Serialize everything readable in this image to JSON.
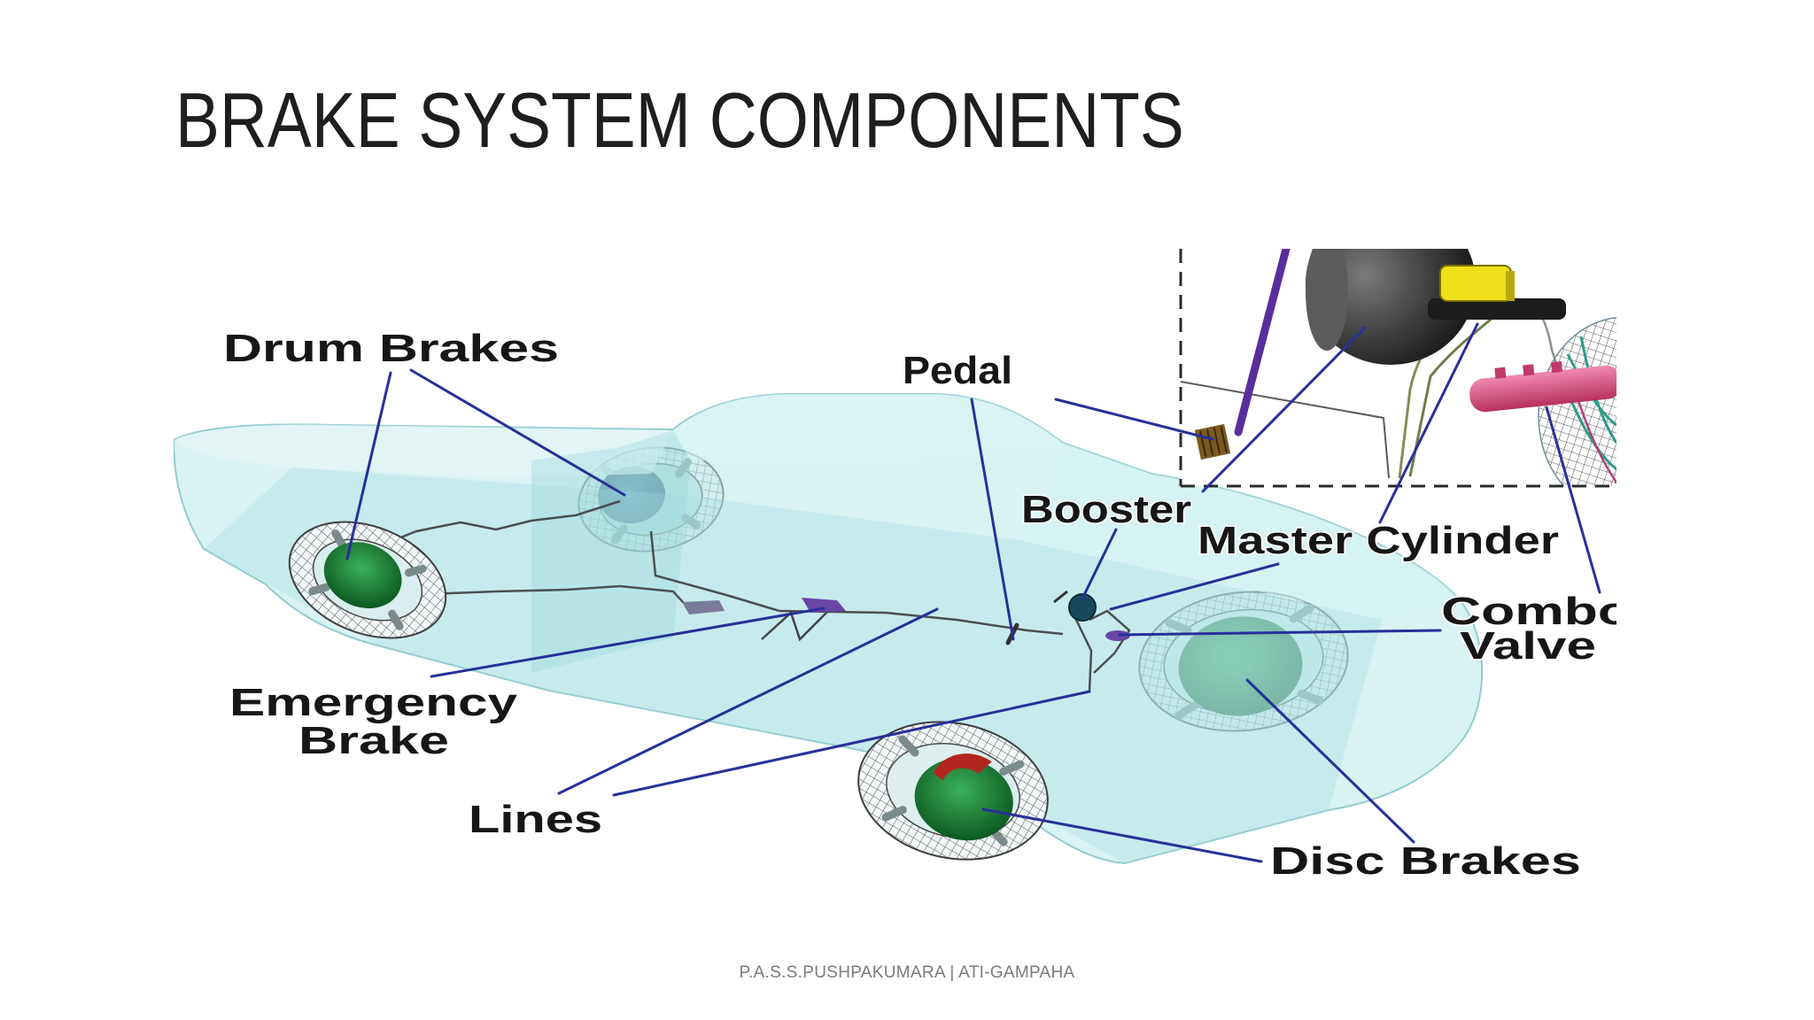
{
  "slide": {
    "title": "BRAKE SYSTEM COMPONENTS",
    "footer": "P.A.S.S.PUSHPAKUMARA | ATI-GAMPAHA"
  },
  "diagram": {
    "labels": {
      "drum_brakes": "Drum Brakes",
      "pedal": "Pedal",
      "booster": "Booster",
      "master_cylinder": "Master Cylinder",
      "combo_valve": [
        "Combo",
        "Valve"
      ],
      "emergency_brake": [
        "Emergency",
        "Brake"
      ],
      "lines": "Lines",
      "disc_brakes": "Disc Brakes"
    }
  },
  "colors": {
    "leader_lines": "#27309a",
    "label_text": "#161616",
    "title_text": "#1e1e1e",
    "footer_text": "#7a7a7a",
    "truck_body": "#b9e8e8",
    "hub_green": "#1f8a3a",
    "reservoir_yellow": "#efe01c",
    "combo_valve_pink": "#d6477c",
    "pedal_arm_purple": "#5a2d9c"
  }
}
